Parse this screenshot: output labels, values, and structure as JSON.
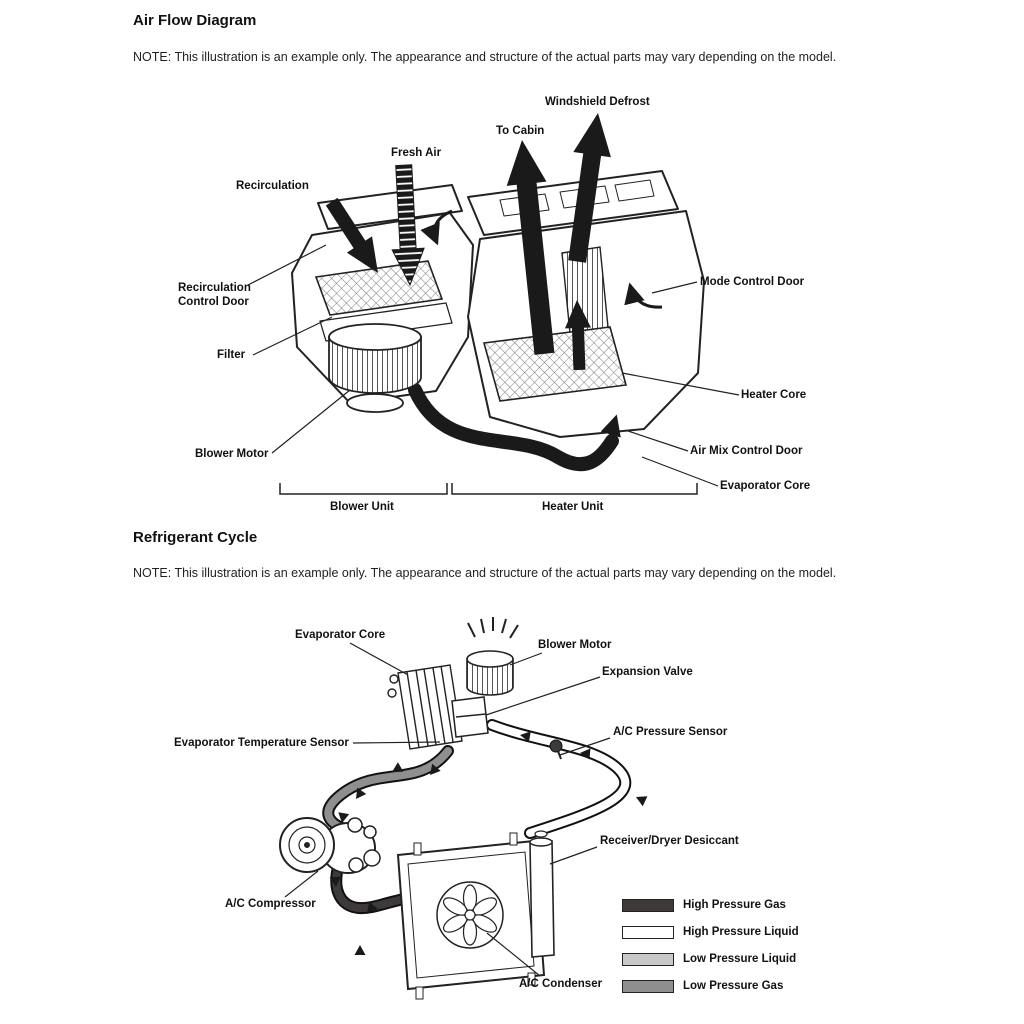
{
  "airflow": {
    "title": "Air Flow Diagram",
    "note": "NOTE: This illustration is an example only. The appearance and structure of the actual parts may vary depending on the model.",
    "labels": {
      "windshield_defrost": "Windshield Defrost",
      "to_cabin": "To Cabin",
      "fresh_air": "Fresh Air",
      "recirculation": "Recirculation",
      "recirculation_control_door": "Recirculation Control Door",
      "filter": "Filter",
      "blower_motor": "Blower Motor",
      "mode_control_door": "Mode Control Door",
      "heater_core": "Heater Core",
      "air_mix_control_door": "Air Mix Control Door",
      "evaporator_core": "Evaporator Core",
      "blower_unit": "Blower Unit",
      "heater_unit": "Heater Unit"
    }
  },
  "refrigerant": {
    "title": "Refrigerant Cycle",
    "note": "NOTE: This illustration is an example only. The appearance and structure of the actual parts may vary depending on the model.",
    "labels": {
      "evaporator_core": "Evaporator Core",
      "blower_motor": "Blower Motor",
      "expansion_valve": "Expansion Valve",
      "evaporator_temperature_sensor": "Evaporator Temperature Sensor",
      "ac_pressure_sensor": "A/C Pressure Sensor",
      "receiver_dryer_desiccant": "Receiver/Dryer Desiccant",
      "ac_compressor": "A/C Compressor",
      "ac_condenser": "A/C Condenser"
    },
    "legend": [
      {
        "label": "High Pressure Gas",
        "color": "#3d3a39"
      },
      {
        "label": "High Pressure Liquid",
        "color": "#ffffff"
      },
      {
        "label": "Low Pressure Liquid",
        "color": "#c8c8c8"
      },
      {
        "label": "Low Pressure Gas",
        "color": "#8f8f8f"
      }
    ]
  }
}
